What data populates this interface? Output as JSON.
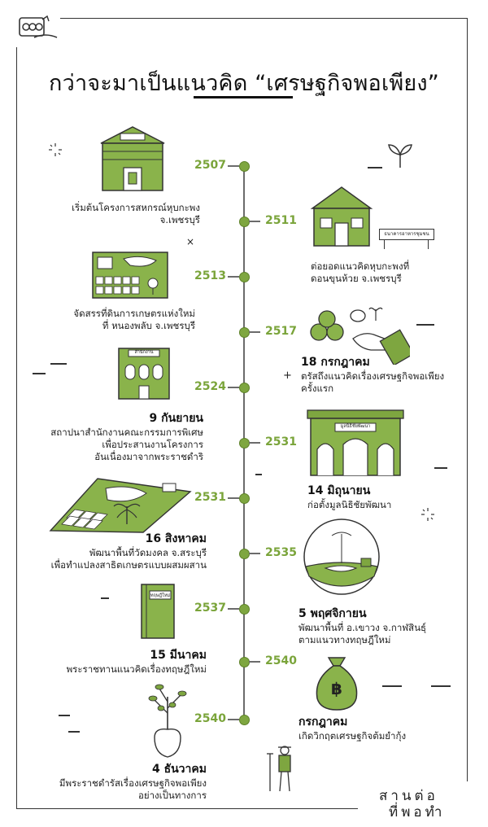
{
  "title": "กว่าจะมาเป็นแนวคิด “เศรษฐกิจพอเพียง”",
  "events": [
    {
      "year": "2507",
      "side": "left",
      "heading": "",
      "lines": [
        "เริ่มต้นโครงการสหกรณ์หุบกะพง",
        "จ.เพชรบุรี"
      ]
    },
    {
      "year": "2511",
      "side": "right",
      "heading": "",
      "lines": [
        "ต่อยอดแนวคิดหุบกะพงที่",
        "ดอนขุนห้วย จ.เพชรบุรี"
      ]
    },
    {
      "year": "2513",
      "side": "left",
      "heading": "",
      "lines": [
        "จัดสรรที่ดินการเกษตรแห่งใหม่",
        "ที่ หนองพลับ จ.เพชรบุรี"
      ]
    },
    {
      "year": "2517",
      "side": "right",
      "heading": "18 กรกฎาคม",
      "lines": [
        "ตรัสถึงแนวคิดเรื่องเศรษฐกิจพอเพียง",
        "ครั้งแรก"
      ]
    },
    {
      "year": "2524",
      "side": "left",
      "heading": "9 กันยายน",
      "lines": [
        "สถาปนาสำนักงานคณะกรรมการพิเศษ",
        "เพื่อประสานงานโครงการ",
        "อันเนื่องมาจากพระราชดำริ"
      ]
    },
    {
      "year": "2531",
      "side": "right",
      "heading": "14 มิถุนายน",
      "lines": [
        "ก่อตั้งมูลนิธิชัยพัฒนา"
      ]
    },
    {
      "year": "2531",
      "side": "left",
      "heading": "16 สิงหาคม",
      "lines": [
        "พัฒนาพื้นที่วัดมงคล จ.สระบุรี",
        "เพื่อทำแปลงสาธิตเกษตรแบบผสมผสาน"
      ]
    },
    {
      "year": "2535",
      "side": "right",
      "heading": "5 พฤศจิกายน",
      "lines": [
        "พัฒนาพื้นที่ อ.เขาวง จ.กาฬสินธุ์",
        "ตามแนวทางทฤษฎีใหม่"
      ]
    },
    {
      "year": "2537",
      "side": "left",
      "heading": "15 มีนาคม",
      "lines": [
        "พระราชทานแนวคิดเรื่องทฤษฎีใหม่"
      ]
    },
    {
      "year": "2540",
      "side": "right",
      "heading": "กรกฎาคม",
      "lines": [
        "เกิดวิกฤตเศรษฐกิจต้มยำกุ้ง"
      ]
    },
    {
      "year": "2540",
      "side": "left",
      "heading": "4 ธันวาคม",
      "lines": [
        "มีพระราชดำรัสเรื่องเศรษฐกิจพอเพียง",
        "อย่างเป็นทางการ"
      ]
    }
  ],
  "illustration_labels": {
    "bank_sign": "ธนาคารอาหารชุมชน",
    "office_sign": "สำนักงาน",
    "foundation_sign": "มูลนิธิชัยพัฒนา",
    "book_title": "ทฤษฎีใหม่",
    "baht": "฿"
  },
  "brand": {
    "line1": "สานต่อ",
    "line2": "ที่พอทำ"
  },
  "colors": {
    "green": "#7ea640",
    "dark_green": "#4f7a1f",
    "line": "#333333"
  }
}
